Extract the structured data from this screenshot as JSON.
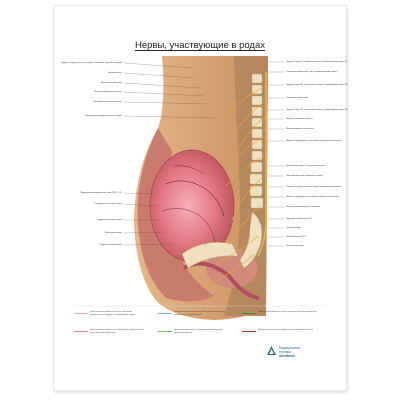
{
  "title": "Нервы, участвующие в родах",
  "labels_right": [
    "Грудной нерв XI, вентральная ветвь (межрёберный нерв XI)",
    "Симпатический ствол, узел (симпатический ствол)",
    "Грудной нерв XII, вентральная ветвь (подрёберный нерв XII)",
    "Спинномозговой нерв",
    "Грудной нерв XII, вентральная ветвь (подрёберный нерв XII)",
    "Нижний брыжеечный узел",
    "Мочеточниковое сплетение",
    "Верхнее подчревное сплетение (пресакральный нерв)",
    "Крестцовый нерв I, вентральная ветвь",
    "Поясничный нерв (правый и левый)",
    "Тазовые внутренностные нервы (парасимпатические)",
    "Нижнее подчревное сплетение (тазовое сплетение)",
    "Маточно-влагалищное сплетение",
    "Пудендальный нерв S2-4",
    "Срамной нерв",
    "Срамной нерв S2-4",
    "Ректальный нерв"
  ],
  "labels_left": [
    "Грудные внутренностные нервы: большой, малый и низший",
    "Чревный узел",
    "Аортопочечный узел",
    "Верхний брыжеечный узел",
    "Межбрыжеечное сплетение",
    "Поясничные внутренностные нервы",
    "Подвздошно-подчревный нерв (Th12, L1)",
    "Подвздошно-паховый нерв",
    "Бедренно-половой нерв",
    "Маточные ветви",
    "Задний срамной нерв"
  ],
  "legend": [
    {
      "text": "Чувствительные волокна от тела и дна матки (висцеральные) идущие в симпатических нервах",
      "color": "#e8a3c0"
    },
    {
      "text": "Чувствительные волокна от шейки матки и верхней части влагалища (висцеральные)",
      "color": "#e07aa8"
    },
    {
      "text": "Чувствительные волокна от нижней части влагалища и промежности (соматические)",
      "color": "#6fb9d6"
    },
    {
      "text": "Двигательные волокна к телу матки (симпатические, преганглионарные)",
      "color": "#7db84a"
    },
    {
      "text": "Двигательные волокна к телу и дну матки (постганглионарные)",
      "color": "#2f8f3b"
    },
    {
      "text": "Двигательные волокна к шейке матки (парасимпатические)",
      "color": "#b03030"
    }
  ],
  "brand": {
    "line1": "Медицинская",
    "line2": "техника",
    "line3": "AlmaMedi"
  }
}
